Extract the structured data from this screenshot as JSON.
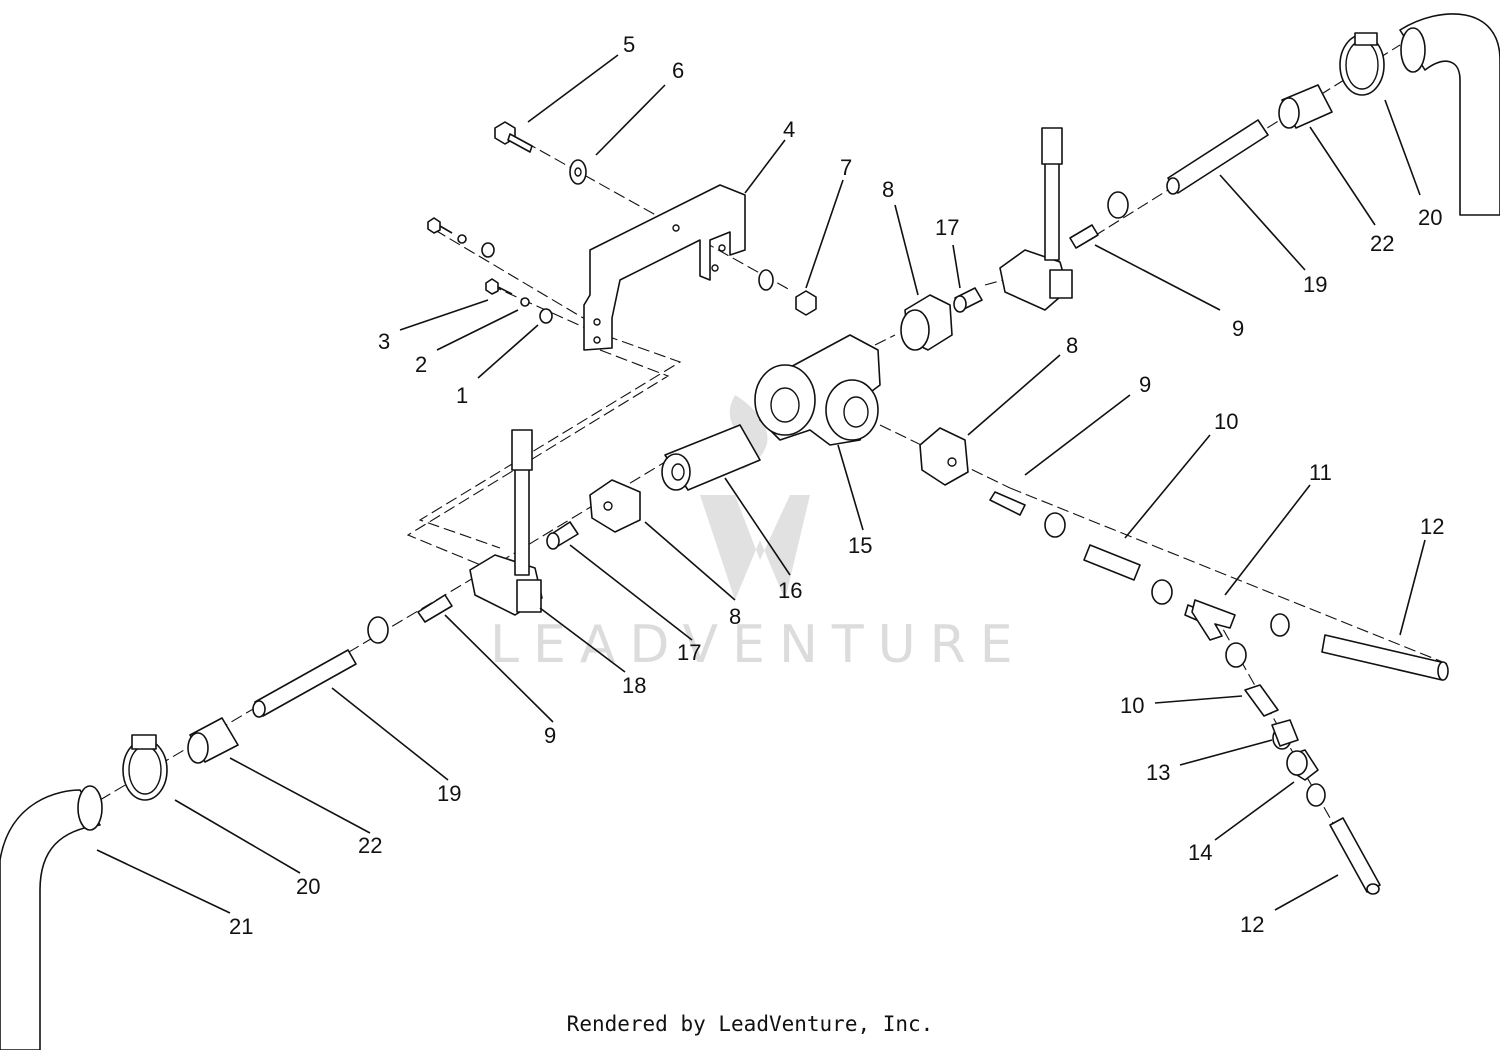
{
  "diagram": {
    "callouts": [
      {
        "id": "c5a",
        "label": "5"
      },
      {
        "id": "c6a",
        "label": "6"
      },
      {
        "id": "c4a",
        "label": "4"
      },
      {
        "id": "c7a",
        "label": "7"
      },
      {
        "id": "c8a",
        "label": "8"
      },
      {
        "id": "c17a",
        "label": "17"
      },
      {
        "id": "c9a",
        "label": "9"
      },
      {
        "id": "c19a",
        "label": "19"
      },
      {
        "id": "c22a",
        "label": "22"
      },
      {
        "id": "c20a",
        "label": "20"
      },
      {
        "id": "c3a",
        "label": "3"
      },
      {
        "id": "c2a",
        "label": "2"
      },
      {
        "id": "c1a",
        "label": "1"
      },
      {
        "id": "c8b",
        "label": "8"
      },
      {
        "id": "c9b",
        "label": "9"
      },
      {
        "id": "c10a",
        "label": "10"
      },
      {
        "id": "c11a",
        "label": "11"
      },
      {
        "id": "c12a",
        "label": "12"
      },
      {
        "id": "c15a",
        "label": "15"
      },
      {
        "id": "c16a",
        "label": "16"
      },
      {
        "id": "c8c",
        "label": "8"
      },
      {
        "id": "c17b",
        "label": "17"
      },
      {
        "id": "c18a",
        "label": "18"
      },
      {
        "id": "c9c",
        "label": "9"
      },
      {
        "id": "c19b",
        "label": "19"
      },
      {
        "id": "c22b",
        "label": "22"
      },
      {
        "id": "c20b",
        "label": "20"
      },
      {
        "id": "c21a",
        "label": "21"
      },
      {
        "id": "c10b",
        "label": "10"
      },
      {
        "id": "c13a",
        "label": "13"
      },
      {
        "id": "c14a",
        "label": "14"
      },
      {
        "id": "c12b",
        "label": "12"
      }
    ]
  },
  "watermark": {
    "text": "LEADVENTURE"
  },
  "footer": {
    "credit": "Rendered by LeadVenture, Inc."
  }
}
